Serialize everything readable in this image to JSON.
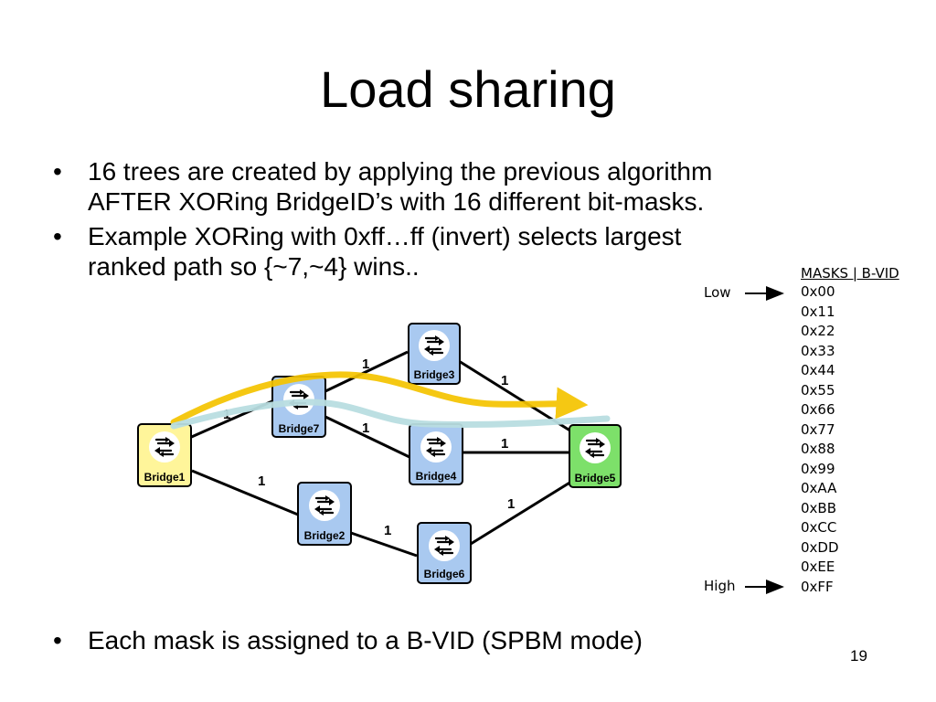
{
  "slide": {
    "title": "Load sharing",
    "bullets": [
      {
        "marker": "•",
        "lines": [
          "16 trees are created by applying the previous algorithm",
          "AFTER XORing BridgeID’s with 16 different bit-masks."
        ]
      },
      {
        "marker": "•",
        "lines": [
          "Example XORing with 0xff…ff (invert) selects largest",
          "ranked path so {~7,~4} wins.."
        ]
      },
      {
        "marker": "•",
        "lines": [
          "Each mask is assigned to a B-VID (SPBM mode)"
        ]
      }
    ],
    "slide_number": "19"
  },
  "diagram": {
    "bridges": [
      {
        "id": "b1",
        "label": "Bridge1",
        "color": "#fff59a",
        "icon": "switch-arrows-icon"
      },
      {
        "id": "b2",
        "label": "Bridge2",
        "color": "#a9c9f0",
        "icon": "switch-arrows-icon"
      },
      {
        "id": "b3",
        "label": "Bridge3",
        "color": "#a9c9f0",
        "icon": "switch-arrows-icon"
      },
      {
        "id": "b4",
        "label": "Bridge4",
        "color": "#a9c9f0",
        "icon": "switch-arrows-icon"
      },
      {
        "id": "b5",
        "label": "Bridge5",
        "color": "#7de06a",
        "icon": "switch-arrows-icon"
      },
      {
        "id": "b6",
        "label": "Bridge6",
        "color": "#a9c9f0",
        "icon": "switch-arrows-icon"
      },
      {
        "id": "b7",
        "label": "Bridge7",
        "color": "#a9c9f0",
        "icon": "switch-arrows-icon"
      }
    ],
    "links": [
      {
        "from": "Bridge1",
        "to": "Bridge7",
        "cost": "1"
      },
      {
        "from": "Bridge7",
        "to": "Bridge3",
        "cost": "1"
      },
      {
        "from": "Bridge3",
        "to": "Bridge5",
        "cost": "1"
      },
      {
        "from": "Bridge7",
        "to": "Bridge4",
        "cost": "1"
      },
      {
        "from": "Bridge4",
        "to": "Bridge5",
        "cost": "1"
      },
      {
        "from": "Bridge1",
        "to": "Bridge2",
        "cost": "1"
      },
      {
        "from": "Bridge2",
        "to": "Bridge6",
        "cost": "1"
      },
      {
        "from": "Bridge6",
        "to": "Bridge5",
        "cost": "1"
      }
    ],
    "paths": [
      {
        "via": "Bridge1 → Bridge7 → Bridge3 → Bridge5",
        "color": "#f5c400"
      },
      {
        "via": "Bridge5 → Bridge4 → Bridge7 → Bridge1",
        "color": "#b8dde0"
      }
    ]
  },
  "masks": {
    "header": "MASKS | B-VID",
    "values": [
      "0x00",
      "0x11",
      "0x22",
      "0x33",
      "0x44",
      "0x55",
      "0x66",
      "0x77",
      "0x88",
      "0x99",
      "0xAA",
      "0xBB",
      "0xCC",
      "0xDD",
      "0xEE",
      "0xFF"
    ],
    "low_label": "Low",
    "high_label": "High"
  }
}
